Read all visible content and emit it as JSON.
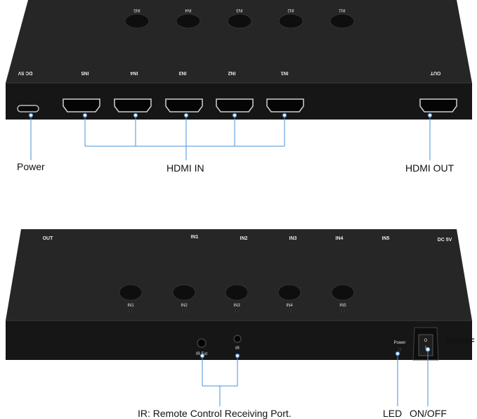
{
  "top_unit": {
    "button_labels": [
      "IN5",
      "IN4",
      "IN3",
      "IN2",
      "IN1"
    ],
    "rear_labels": [
      "DC 5V",
      "IN5",
      "IN4",
      "IN3",
      "IN2",
      "IN1",
      "OUT"
    ]
  },
  "bottom_unit": {
    "top_labels": [
      "OUT",
      "IN1",
      "IN2",
      "IN3",
      "IN4",
      "IN5",
      "DC 5V"
    ],
    "button_labels": [
      "IN1",
      "IN2",
      "IN3",
      "IN4",
      "IN5"
    ],
    "front_labels": [
      "IR Ext",
      "IR",
      "Power",
      "O",
      "I"
    ],
    "switch_side_label": "ON/OFF"
  },
  "callouts": {
    "power": "Power",
    "hdmi_in": "HDMI IN",
    "hdmi_out": "HDMI OUT",
    "ir": "IR: Remote Control Receiving Port.",
    "led": "LED",
    "onoff": "ON/OFF"
  },
  "colors": {
    "device_body": "#1b1b1b",
    "device_top": "#262626",
    "callout_line": "#4a90d9"
  }
}
